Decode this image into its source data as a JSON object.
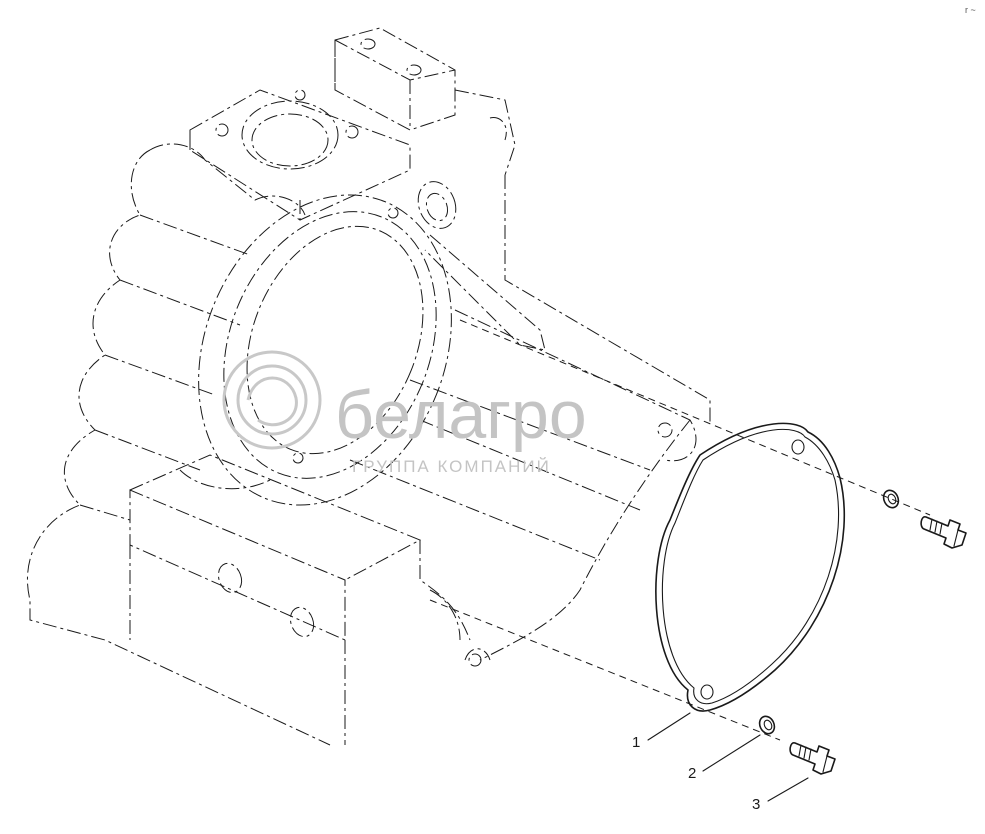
{
  "watermark": {
    "brand": "белагро",
    "tagline": "ГРУППА КОМПАНИЙ",
    "color": "#c4c4c4"
  },
  "corner_mark": "r ~",
  "callouts": [
    {
      "label": "1",
      "part": "cover-gasket"
    },
    {
      "label": "2",
      "part": "washer"
    },
    {
      "label": "3",
      "part": "bolt"
    }
  ],
  "colors": {
    "line": "#1a1a1a",
    "background": "#ffffff"
  }
}
